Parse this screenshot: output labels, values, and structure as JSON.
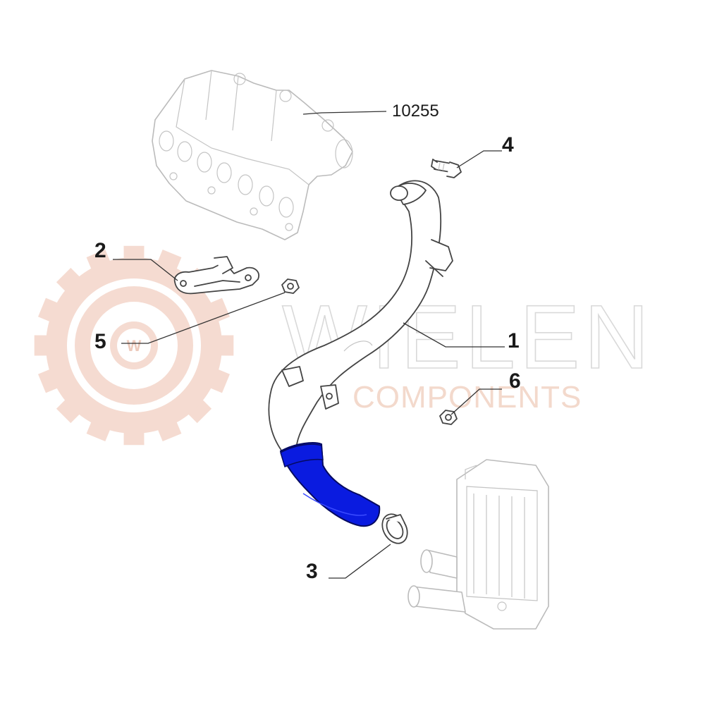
{
  "watermark": {
    "brand": "WIELEN",
    "tagline": "COMPONENTS",
    "logo_letter": "W",
    "gear_color": "#f2d0c2",
    "text_color": "#d9d9d9"
  },
  "highlight_color": "#0a1be0",
  "callouts": {
    "ref_10255": "10255",
    "c1": "1",
    "c2": "2",
    "c3": "3",
    "c4": "4",
    "c5": "5",
    "c6": "6"
  }
}
